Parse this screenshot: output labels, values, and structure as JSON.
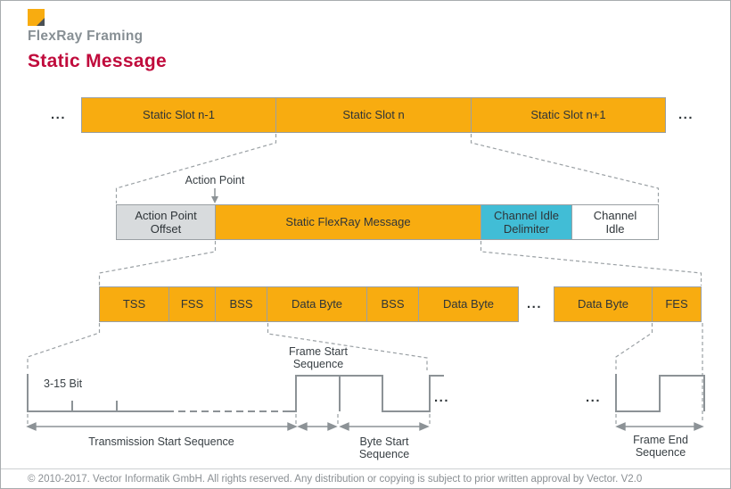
{
  "header": {
    "kicker": "FlexRay Framing",
    "title": "Static Message"
  },
  "slot_row": {
    "ellipsis_left": "...",
    "slots": [
      "Static Slot n-1",
      "Static Slot n",
      "Static Slot n+1"
    ],
    "ellipsis_right": "..."
  },
  "action_point_label": "Action Point",
  "message_row": {
    "cells": [
      "Action Point Offset",
      "Static FlexRay Message",
      "Channel Idle Delimiter",
      "Channel Idle"
    ]
  },
  "byte_row": {
    "cells": [
      "TSS",
      "FSS",
      "BSS",
      "Data Byte",
      "BSS",
      "Data Byte",
      "Data Byte",
      "FES"
    ],
    "ellipsis": "..."
  },
  "waveform": {
    "bit_range_label": "3-15 Bit",
    "frame_start_line1": "Frame Start",
    "frame_start_line2": "Sequence",
    "transmission_start_label": "Transmission Start Sequence",
    "byte_start_line1": "Byte Start",
    "byte_start_line2": "Sequence",
    "frame_end_line1": "Frame End",
    "frame_end_line2": "Sequence",
    "ellipsis_after_bss": "...",
    "ellipsis_before_fes": "..."
  },
  "footer": {
    "copyright": "© 2010-2017. Vector Informatik GmbH. All rights reserved. Any distribution or copying is subject to prior written approval by Vector. V2.0"
  },
  "colors": {
    "amber": "#f8ac10",
    "cyan": "#41bdd6",
    "gray_fill": "#d8dbdd",
    "box_border": "#9aa0a4",
    "line_gray": "#8c9296",
    "title_red": "#c00b3c"
  }
}
